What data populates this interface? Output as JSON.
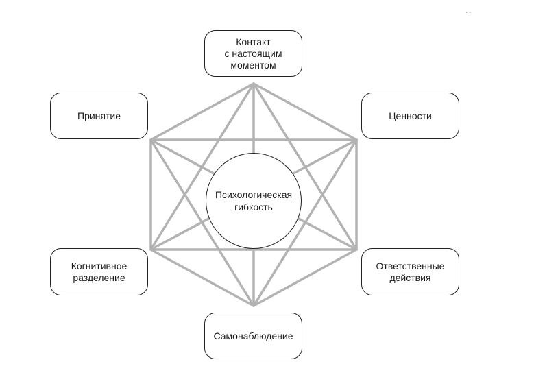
{
  "diagram": {
    "center_label": "Психологическая\nгибкость",
    "nodes": [
      {
        "id": "contact",
        "label": "Контакт\nс настоящим\nмоментом"
      },
      {
        "id": "values",
        "label": "Ценности"
      },
      {
        "id": "committed-action",
        "label": "Ответственные\nдействия"
      },
      {
        "id": "self-as-context",
        "label": "Самонаблюдение"
      },
      {
        "id": "defusion",
        "label": "Когнитивное\nразделение"
      },
      {
        "id": "acceptance",
        "label": "Принятие"
      }
    ],
    "edge_color": "#b3b3b3",
    "border_color": "#222222"
  }
}
